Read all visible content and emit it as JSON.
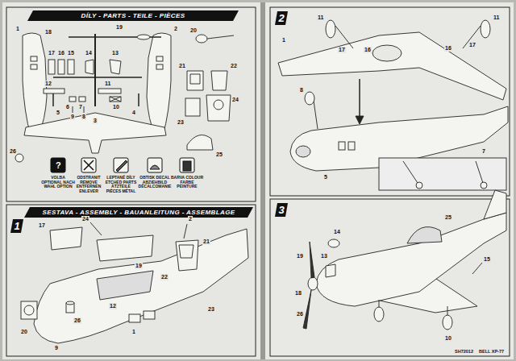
{
  "diagram": {
    "nodes": [
      {
        "text": [
          "DÍLY - PARTS - TEILE - PIÈCES"
        ]
      },
      {
        "text": [
          "SESTAVA - ASSEMBLY - BAUANLEITUNG - ASSEMBLAGE"
        ]
      },
      {
        "text": [
          "1"
        ]
      },
      {
        "text": [
          "2"
        ]
      },
      {
        "text": [
          "3"
        ]
      }
    ],
    "labels": [
      "18",
      "19",
      "1",
      "2",
      "17",
      "16",
      "15",
      "14",
      "13",
      "12",
      "11",
      "6",
      "7",
      "10",
      "9",
      "8",
      "5",
      "4",
      "3",
      "20",
      "21",
      "22",
      "24",
      "23",
      "25",
      "26",
      "?",
      "24",
      "2",
      "17",
      "21",
      "22",
      "19",
      "12",
      "20",
      "26",
      "9",
      "1",
      "23",
      "11",
      "17",
      "16",
      "11",
      "16",
      "17",
      "1",
      "8",
      "5",
      "7",
      "14",
      "25",
      "19",
      "13",
      "18",
      "26",
      "10",
      "15",
      "SH72012",
      "BELL XP-77"
    ],
    "legend": [
      {
        "text": "VOLBA OPTIONAL NACH WAHL OPTION"
      },
      {
        "text": "ODSTRANIT REMOVE ENTFERNEN ENLEVER"
      },
      {
        "text": "LEPTANÉ DÍLY ETCHED PARTS ÄTZTEILE PIÈCES MÉTAL"
      },
      {
        "text": "OBTISK DECAL ABZIEHBILD DÉCALCOMANIE"
      },
      {
        "text": "BARVA COLOUR FARBE PEINTURE"
      }
    ]
  }
}
